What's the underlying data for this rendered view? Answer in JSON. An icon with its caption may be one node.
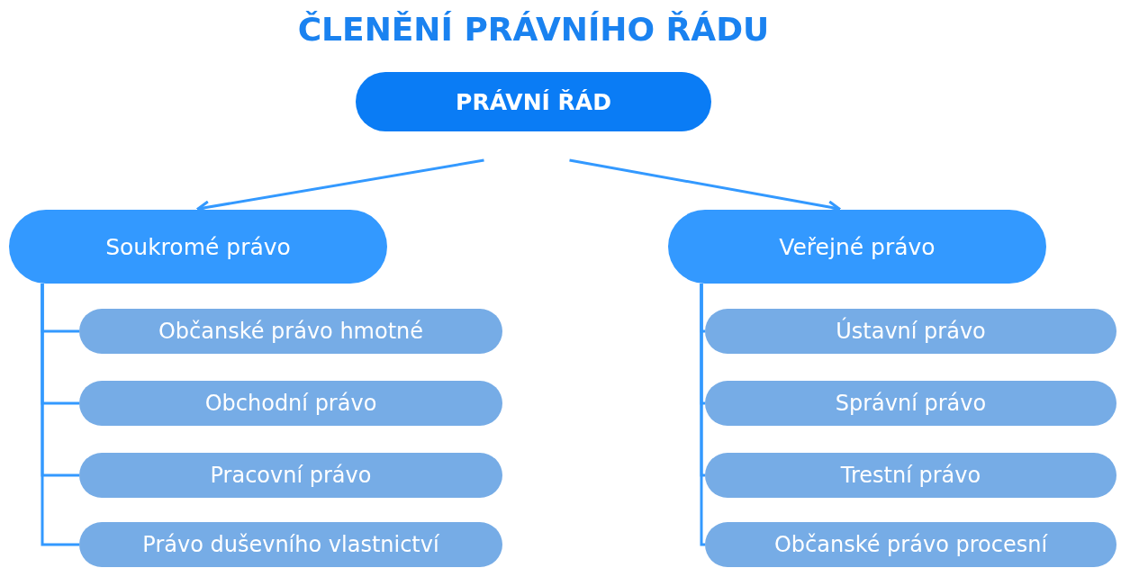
{
  "diagram": {
    "title": "ČLENĚNÍ PRÁVNÍHO ŘÁDU",
    "nodes": [
      {
        "text": [
          "PRÁVNÍ ŘÁD"
        ]
      },
      {
        "text": [
          "Soukromé právo"
        ]
      },
      {
        "text": [
          "Veřejné právo"
        ]
      },
      {
        "text": [
          "Občanské právo hmotné"
        ]
      },
      {
        "text": [
          "Obchodní právo"
        ]
      },
      {
        "text": [
          "Pracovní právo"
        ]
      },
      {
        "text": [
          "Právo duševního vlastnictví"
        ]
      },
      {
        "text": [
          "Ústavní právo"
        ]
      },
      {
        "text": [
          "Správní právo"
        ]
      },
      {
        "text": [
          "Trestní právo"
        ]
      },
      {
        "text": [
          "Občanské právo procesní"
        ]
      }
    ],
    "edges": [
      {
        "from": 0,
        "to": 1,
        "arrow": "to"
      },
      {
        "from": 0,
        "to": 2,
        "arrow": "to"
      },
      {
        "from": 1,
        "to": 3,
        "arrow": "none"
      },
      {
        "from": 1,
        "to": 4,
        "arrow": "none"
      },
      {
        "from": 1,
        "to": 5,
        "arrow": "none"
      },
      {
        "from": 1,
        "to": 6,
        "arrow": "none"
      },
      {
        "from": 2,
        "to": 7,
        "arrow": "none"
      },
      {
        "from": 2,
        "to": 8,
        "arrow": "none"
      },
      {
        "from": 2,
        "to": 9,
        "arrow": "none"
      },
      {
        "from": 2,
        "to": 10,
        "arrow": "none"
      }
    ]
  }
}
